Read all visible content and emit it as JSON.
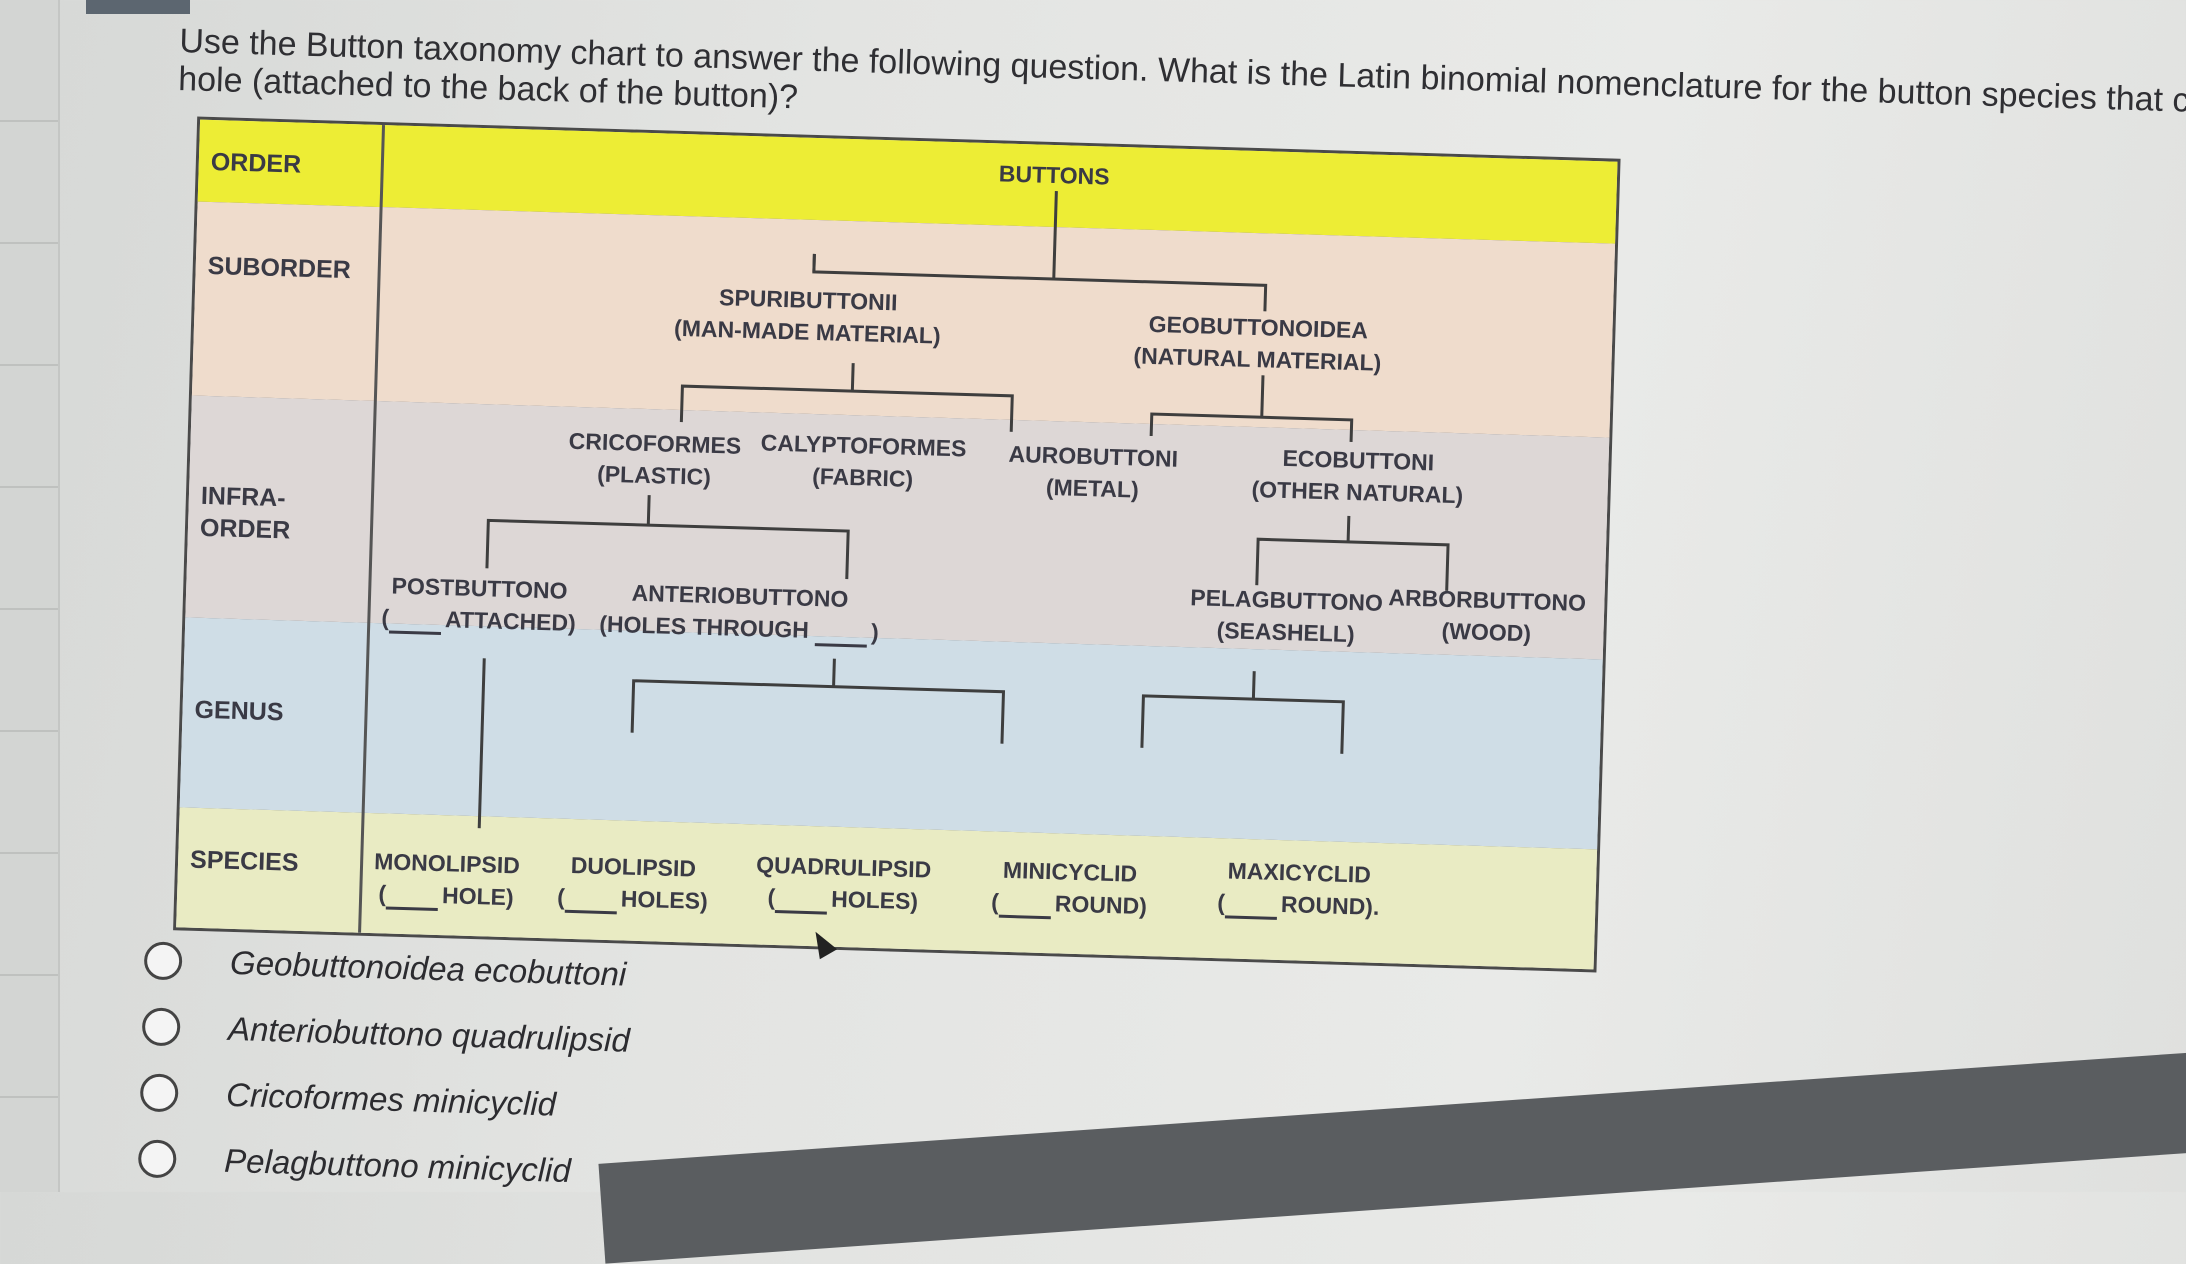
{
  "question": {
    "line1": "Use the Button taxonomy chart to answer the following question. What is the Latin binomial nomenclature for the button species that consists of plastic buttons",
    "line2": "hole (attached to the back of the button)?"
  },
  "chart": {
    "rows": {
      "order": "ORDER",
      "suborder": "SUBORDER",
      "infra1": "INFRA-",
      "infra2": "ORDER",
      "genus": "GENUS",
      "species": "SPECIES"
    },
    "root": "BUTTONS",
    "suborders": [
      {
        "name": "SPURIBUTTONII",
        "desc": "(MAN-MADE MATERIAL)"
      },
      {
        "name": "GEOBUTTONOIDEA",
        "desc": "(NATURAL MATERIAL)"
      }
    ],
    "infraorders": [
      {
        "name": "CRICOFORMES",
        "desc": "(PLASTIC)"
      },
      {
        "name": "CALYPTOFORMES",
        "desc": "(FABRIC)"
      },
      {
        "name": "AUROBUTTONI",
        "desc": "(METAL)"
      },
      {
        "name": "ECOBUTTONI",
        "desc": "(OTHER NATURAL)"
      }
    ],
    "genera": [
      {
        "name": "POSTBUTTONO",
        "desc_pre": "(",
        "desc": "ATTACHED)"
      },
      {
        "name": "ANTERIOBUTTONO",
        "desc": "(HOLES THROUGH",
        "desc_post": ")"
      },
      {
        "name": "PELAGBUTTONO",
        "desc": "(SEASHELL)"
      },
      {
        "name": "ARBORBUTTONO",
        "desc": "(WOOD)"
      }
    ],
    "species": [
      {
        "name": "MONOLIPSID",
        "pre": "(",
        "desc": "HOLE)"
      },
      {
        "name": "DUOLIPSID",
        "pre": "(",
        "desc": "HOLES)"
      },
      {
        "name": "QUADRULIPSID",
        "pre": "(",
        "desc": "HOLES)"
      },
      {
        "name": "MINICYCLID",
        "pre": "(",
        "desc": "ROUND)"
      },
      {
        "name": "MAXICYCLID",
        "pre": "(",
        "desc": "ROUND)."
      }
    ]
  },
  "options": [
    "Geobuttonoidea ecobuttoni",
    "Anteriobuttono quadrulipsid",
    "Cricoformes minicyclid",
    "Pelagbuttono minicyclid"
  ]
}
